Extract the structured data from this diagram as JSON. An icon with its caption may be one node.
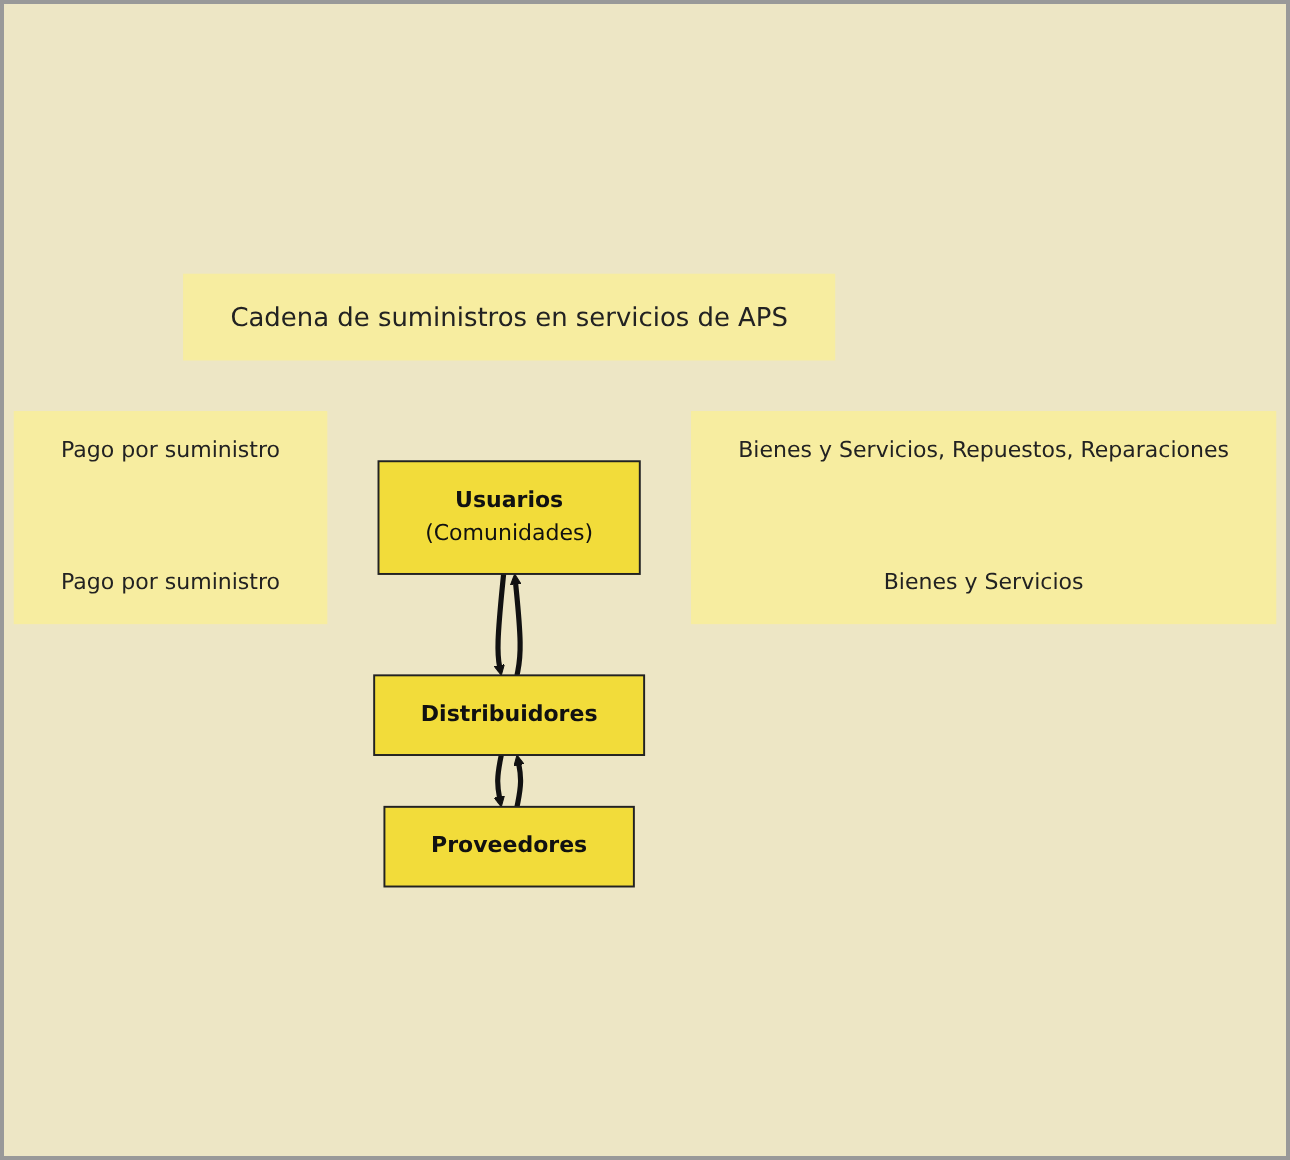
{
  "diagram": {
    "nodes": [
      {
        "text": [
          "Cadena de suministros en servicios de APS"
        ]
      },
      {
        "text": [
          "Pago por suministro",
          "Pago por suministro"
        ]
      },
      {
        "text": [
          "Usuarios",
          "(Comunidades)"
        ]
      },
      {
        "text": [
          "Distribuidores"
        ]
      },
      {
        "text": [
          "Proveedores"
        ]
      },
      {
        "text": [
          "Bienes y Servicios, Repuestos, Reparaciones",
          "Bienes y Servicios"
        ]
      }
    ],
    "edges": [
      {
        "from": 2,
        "to": 3,
        "arrow": "to"
      },
      {
        "from": 3,
        "to": 2,
        "arrow": "to"
      },
      {
        "from": 3,
        "to": 4,
        "arrow": "to"
      },
      {
        "from": 4,
        "to": 3,
        "arrow": "to"
      }
    ]
  }
}
